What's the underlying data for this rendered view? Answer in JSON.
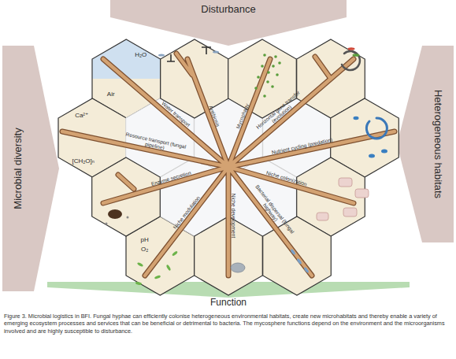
{
  "diagram": {
    "caption": "Figure 3. Microbial logistics in BFI. Fungal hyphae can efficiently colonise heterogeneous environmental habitats, create new microhabitats and thereby enable a variety of emerging ecosystem processes and services that can be beneficial or detrimental to bacteria. The mycosphere functions depend on the environment and the microorganisms involved and are highly susceptible to disturbance.",
    "nodes": [
      {
        "text": [
          "Disturbance"
        ]
      },
      {
        "text": [
          "Microbial diversity"
        ]
      },
      {
        "text": [
          "Heterogeneous habitats"
        ]
      },
      {
        "text": [
          "H₂O",
          "Air"
        ]
      },
      {
        "text": [
          "Ca²⁺",
          "[CH₂O]ₙ"
        ]
      },
      {
        "text": [
          "pH",
          "O₂"
        ]
      },
      {
        "text": [
          "Function"
        ]
      }
    ],
    "labels": [
      "Water transport",
      "Antibiosis",
      "Mycophagy",
      "Horizontal gene transfer (evolution)",
      "Resource transport (fungal pipeline)",
      "Nutrient cycling (predation)",
      "Enzyme secretion",
      "Niche colonization",
      "Niche modulation",
      "Niche development",
      "Bacterial dispersal (fungal highway)"
    ]
  }
}
